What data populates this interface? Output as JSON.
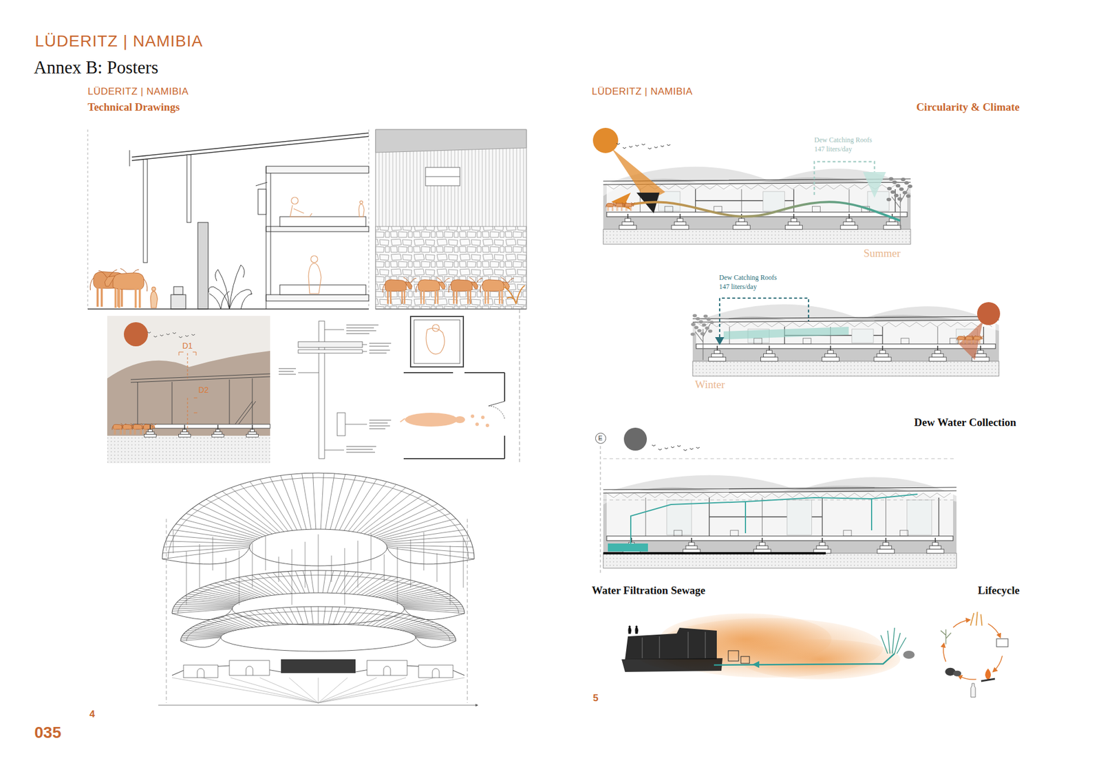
{
  "diagram": {
    "title": "Annex B: Posters",
    "nodes": [
      {
        "text": [
          "E"
        ]
      }
    ],
    "labels": [
      "LÜDERITZ | NAMIBIA",
      "LÜDERITZ | NAMIBIA",
      "Technical Drawings",
      "LÜDERITZ | NAMIBIA",
      "Circularity & Climate",
      "D1",
      "D2",
      "Dew Catching Roofs",
      "147 liters/day",
      "Summer",
      "Dew Catching Roofs",
      "147 liters/day",
      "Winter",
      "Dew Water Collection",
      "Water Filtration Sewage",
      "Lifecycle",
      "4",
      "5",
      "035"
    ]
  }
}
